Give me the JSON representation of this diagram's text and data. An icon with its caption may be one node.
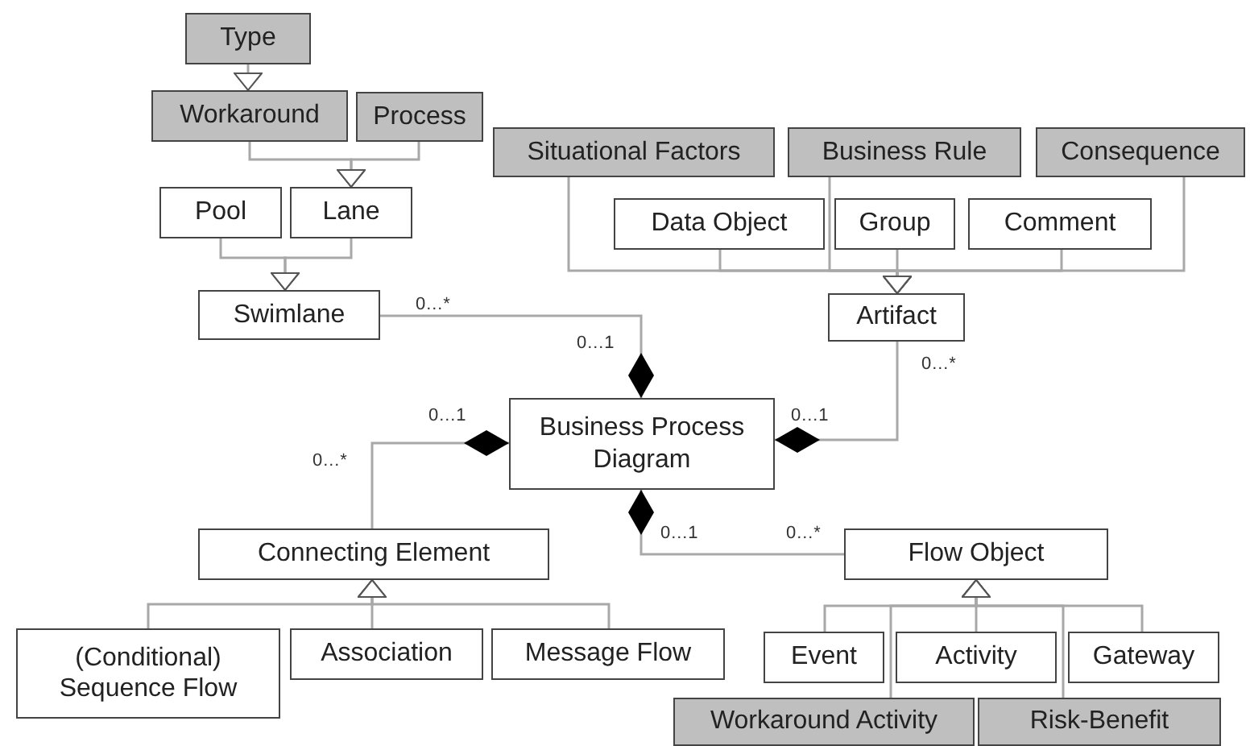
{
  "diagram": {
    "nodes": [
      {
        "text": [
          "Type"
        ]
      },
      {
        "text": [
          "Workaround"
        ]
      },
      {
        "text": [
          "Process"
        ]
      },
      {
        "text": [
          "Pool"
        ]
      },
      {
        "text": [
          "Lane"
        ]
      },
      {
        "text": [
          "Swimlane"
        ]
      },
      {
        "text": [
          "Situational Factors"
        ]
      },
      {
        "text": [
          "Business Rule"
        ]
      },
      {
        "text": [
          "Consequence"
        ]
      },
      {
        "text": [
          "Data Object"
        ]
      },
      {
        "text": [
          "Group"
        ]
      },
      {
        "text": [
          "Comment"
        ]
      },
      {
        "text": [
          "Artifact"
        ]
      },
      {
        "text": [
          "Business Process Diagram"
        ]
      },
      {
        "text": [
          "Connecting Element"
        ]
      },
      {
        "text": [
          "(Conditional) Sequence Flow"
        ]
      },
      {
        "text": [
          "Association"
        ]
      },
      {
        "text": [
          "Message Flow"
        ]
      },
      {
        "text": [
          "Flow Object"
        ]
      },
      {
        "text": [
          "Event"
        ]
      },
      {
        "text": [
          "Activity"
        ]
      },
      {
        "text": [
          "Gateway"
        ]
      },
      {
        "text": [
          "Workaround Activity"
        ]
      },
      {
        "text": [
          "Risk-Benefit"
        ]
      }
    ],
    "edges": [
      {
        "from": 0,
        "to": 1,
        "arrow": "to"
      },
      {
        "from": 1,
        "to": 4,
        "arrow": "to"
      },
      {
        "from": 2,
        "to": 4,
        "arrow": "to"
      },
      {
        "from": 3,
        "to": 5,
        "arrow": "to"
      },
      {
        "from": 4,
        "to": 5,
        "arrow": "to"
      },
      {
        "from": 6,
        "to": 12,
        "arrow": "to"
      },
      {
        "from": 7,
        "to": 12,
        "arrow": "to"
      },
      {
        "from": 8,
        "to": 12,
        "arrow": "to"
      },
      {
        "from": 9,
        "to": 12,
        "arrow": "to"
      },
      {
        "from": 10,
        "to": 12,
        "arrow": "to"
      },
      {
        "from": 11,
        "to": 12,
        "arrow": "to"
      },
      {
        "from": 5,
        "to": 13,
        "arrow": "other"
      },
      {
        "from": 12,
        "to": 13,
        "arrow": "other"
      },
      {
        "from": 14,
        "to": 13,
        "arrow": "other"
      },
      {
        "from": 18,
        "to": 13,
        "arrow": "other"
      },
      {
        "from": 15,
        "to": 14,
        "arrow": "to"
      },
      {
        "from": 16,
        "to": 14,
        "arrow": "to"
      },
      {
        "from": 17,
        "to": 14,
        "arrow": "to"
      },
      {
        "from": 19,
        "to": 18,
        "arrow": "to"
      },
      {
        "from": 20,
        "to": 18,
        "arrow": "to"
      },
      {
        "from": 21,
        "to": 18,
        "arrow": "to"
      },
      {
        "from": 22,
        "to": 18,
        "arrow": "to"
      },
      {
        "from": 23,
        "to": 18,
        "arrow": "to"
      }
    ],
    "labels": [
      "0…*",
      "0…1",
      "0…*",
      "0…1",
      "0…1",
      "0…*",
      "0…1",
      "0…*"
    ]
  }
}
